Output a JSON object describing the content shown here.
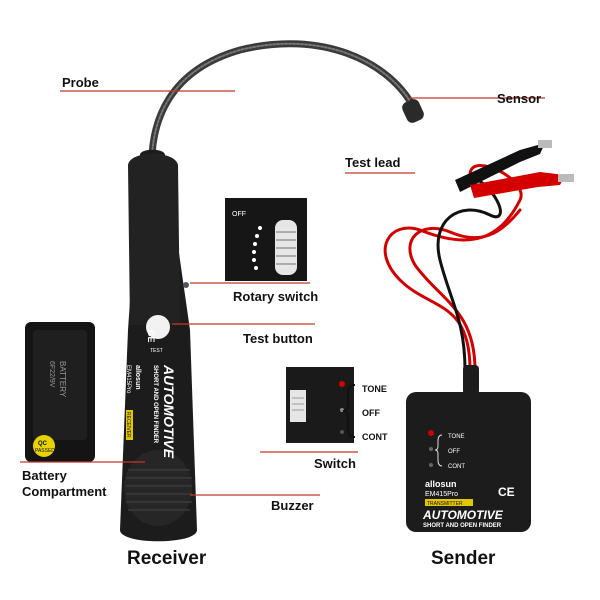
{
  "labels": {
    "probe": "Probe",
    "sensor": "Sensor",
    "test_lead": "Test lead",
    "rotary_switch": "Rotary switch",
    "test_button": "Test button",
    "battery_line1": "Battery",
    "battery_line2": "Compartment",
    "switch": "Switch",
    "buzzer": "Buzzer",
    "receiver": "Receiver",
    "sender": "Sender"
  },
  "device_text": {
    "brand": "allosun",
    "model": "EM415Pro",
    "tag": "RECEIVER",
    "tag_sender": "TRANSMITTER",
    "title": "AUTOMOTIVE",
    "subtitle": "SHORT AND OPEN FINDER",
    "test": "TEST",
    "ce": "CE",
    "off": "OFF",
    "tone": "TONE",
    "cont": "CONT",
    "battery_text": "BATTERY",
    "battery_spec": "6F22/9V",
    "qc": "QC",
    "passed": "PASSED"
  },
  "colors": {
    "line": "#c0392b",
    "body": "#1c1c1c",
    "lead_red": "#d40000",
    "lead_black": "#111111",
    "tag_yellow": "#e2c600"
  }
}
